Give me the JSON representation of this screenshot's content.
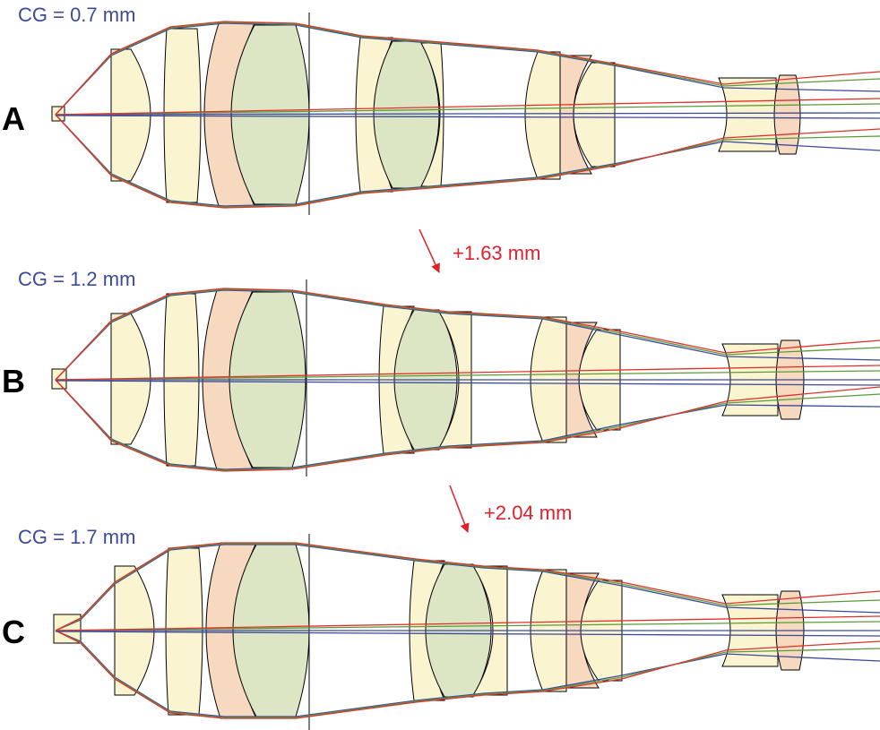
{
  "configurations": [
    {
      "id": "A",
      "label": "A",
      "cg_text": "CG = 0.7 mm"
    },
    {
      "id": "B",
      "label": "B",
      "cg_text": "CG = 1.2 mm"
    },
    {
      "id": "C",
      "label": "C",
      "cg_text": "CG = 1.7 mm"
    }
  ],
  "shifts": [
    {
      "from": "A",
      "to": "B",
      "text": "+1.63 mm"
    },
    {
      "from": "B",
      "to": "C",
      "text": "+2.04 mm"
    }
  ],
  "colors": {
    "cg_text": "#3c4a9a",
    "shift_text": "#e0202a",
    "arrow": "#e0202a",
    "lens_crown": "#fbf4d0",
    "lens_flint": "#f7d9bf",
    "lens_green": "#dde6c4",
    "ray_red": "#e0302a",
    "ray_green": "#5a9a3a",
    "ray_blue": "#3c4a9a",
    "outline": "#000000"
  }
}
